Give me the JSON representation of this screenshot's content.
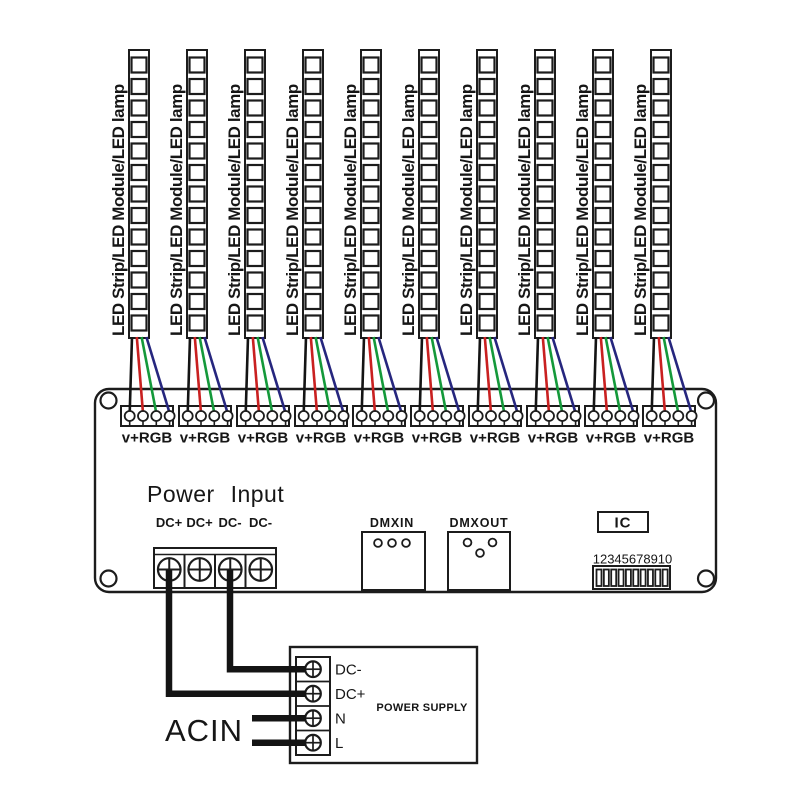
{
  "strips": {
    "label": "LED Strip/LED Module/LED lamp",
    "count": 10,
    "leds_per_strip": 13
  },
  "output_connectors": {
    "label": "v+RGB",
    "count": 10,
    "pins_per_connector": 4
  },
  "controller": {
    "power_input_label": "Power Input",
    "power_terminal_labels": [
      "DC+",
      "DC+",
      "DC-",
      "DC-"
    ],
    "dmx_in_label": "DMXIN",
    "dmx_out_label": "DMXOUT",
    "ic_label": "IC",
    "dip_switch_numbers": "12345678910",
    "dip_switch_positions": 10
  },
  "power_supply": {
    "label": "POWER SUPPLY",
    "terminal_labels": [
      "DC-",
      "DC+",
      "N",
      "L"
    ]
  },
  "ac_input_label": "ACIN",
  "wire_colors": {
    "v_plus": "#141414",
    "red": "#c92020",
    "green": "#14993a",
    "blue": "#26267e",
    "power": "#141414"
  }
}
